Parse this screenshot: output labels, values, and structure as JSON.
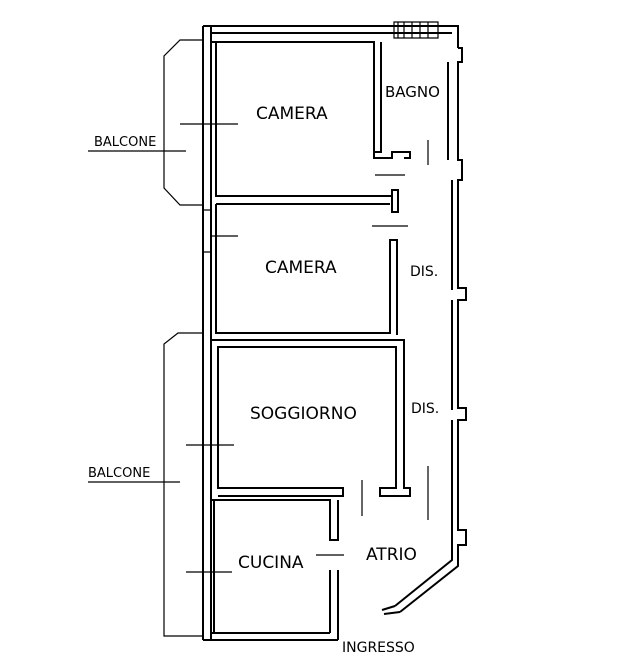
{
  "rooms": {
    "camera_top": "CAMERA",
    "bagno": "BAGNO",
    "camera_mid": "CAMERA",
    "dis_upper": "DIS.",
    "soggiorno": "SOGGIORNO",
    "dis_lower": "DIS.",
    "cucina": "CUCINA",
    "atrio": "ATRIO"
  },
  "labels": {
    "balcone_top": "BALCONE",
    "balcone_bottom": "BALCONE",
    "ingresso": "INGRESSO"
  }
}
